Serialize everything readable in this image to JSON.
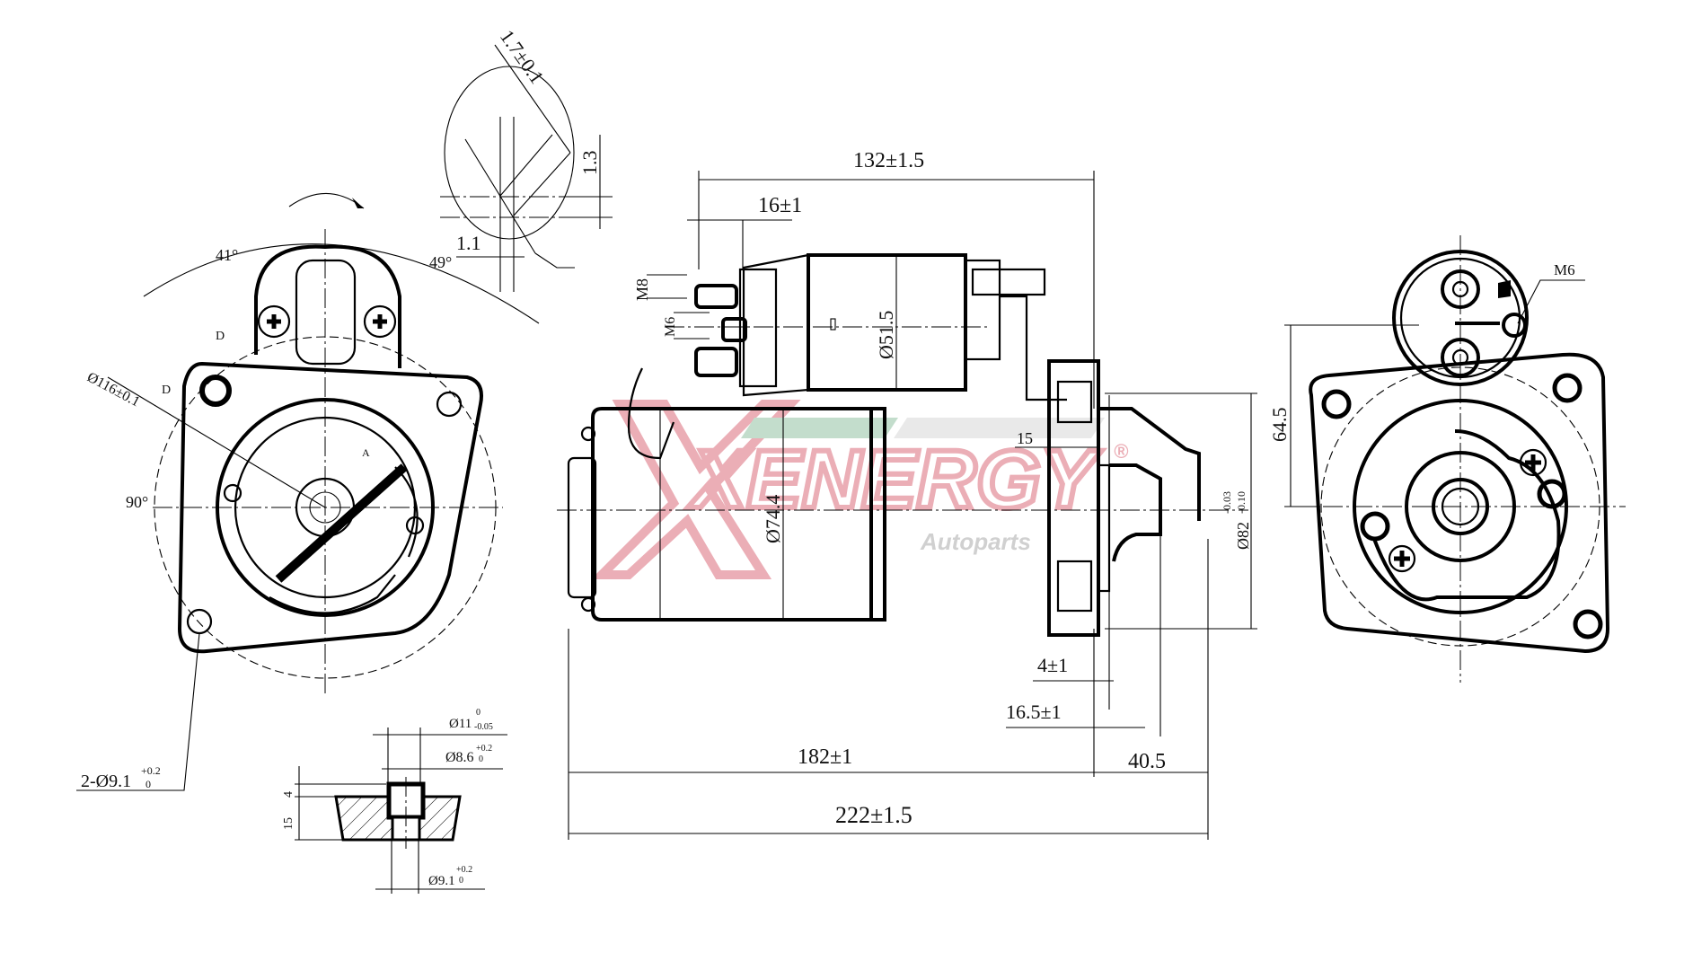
{
  "drawing": {
    "title": "Starter motor dimensional drawing",
    "views": [
      "front-view",
      "side-view",
      "rear-view",
      "pinion-tooth-detail",
      "mounting-hole-section"
    ]
  },
  "watermark": {
    "brand": "XENERGY",
    "registered": "®",
    "subtitle": "Autoparts",
    "colors": {
      "red": "#e8a0aa",
      "green": "#b9d8c4",
      "grey": "#c8c8c8"
    }
  },
  "tooth_detail": {
    "dim_chamfer": "1.7±0.1",
    "dim_vertical": "1.3",
    "dim_horizontal": "1.1"
  },
  "front_view": {
    "angle_left": "41°",
    "angle_right": "49°",
    "angle_side": "90°",
    "label_d1": "D",
    "label_d2": "D",
    "label_a": "A",
    "bolt_circle": "Ø116±0.1",
    "holes": "2-Ø9.1",
    "holes_tol_upper": "+0.2",
    "holes_tol_lower": "0"
  },
  "hole_section": {
    "outer_dia": "Ø11",
    "outer_tol_upper": "0",
    "outer_tol_lower": "-0.05",
    "mid_dia": "Ø8.6",
    "mid_tol_upper": "+0.2",
    "mid_tol_lower": "0",
    "bottom_dia": "Ø9.1",
    "bottom_tol_upper": "+0.2",
    "bottom_tol_lower": "0",
    "height_top": "4",
    "height_body": "15"
  },
  "side_view": {
    "dim_solenoid_span": "132±1.5",
    "dim_terminal": "16±1",
    "thread_large": "M8",
    "thread_small": "M6",
    "solenoid_dia": "Ø51.5",
    "body_dia": "Ø74.4",
    "flange_gap": "15",
    "pilot_dia": "Ø82",
    "pilot_tol_upper": "-0.03",
    "pilot_tol_lower": "-0.10",
    "dim_pinion_offset": "4±1",
    "dim_pinion_len": "16.5±1",
    "dim_body_len": "182±1",
    "dim_nose": "40.5",
    "dim_overall": "222±1.5"
  },
  "rear_view": {
    "terminal_thread": "M6",
    "dim_height": "64.5"
  }
}
